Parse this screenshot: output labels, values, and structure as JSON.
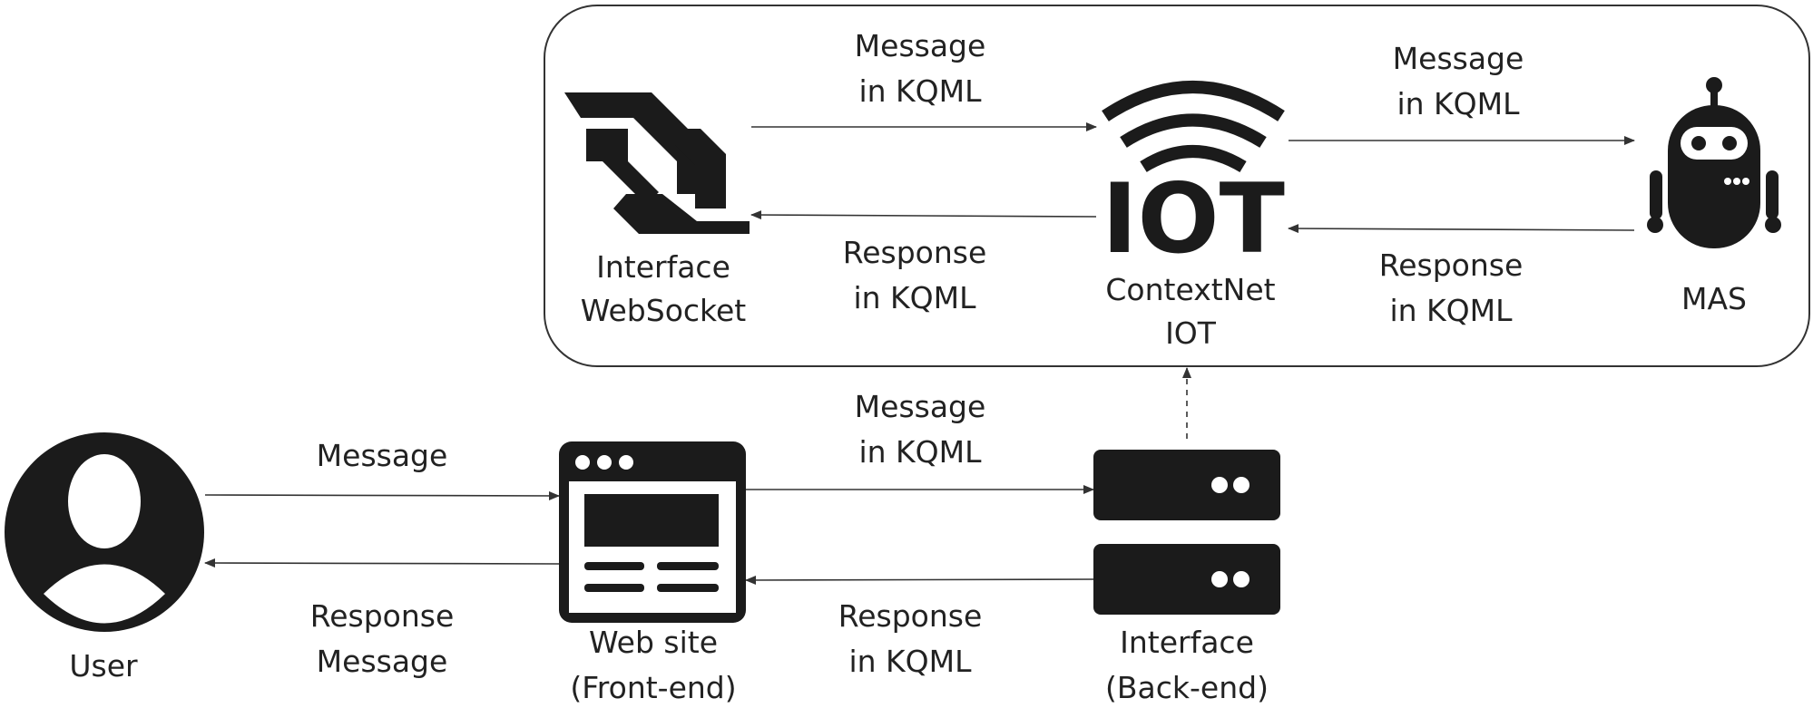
{
  "nodes": {
    "user": {
      "line1": "User"
    },
    "website": {
      "line1": "Web site",
      "line2": "(Front-end)"
    },
    "backend": {
      "line1": "Interface",
      "line2": "(Back-end)"
    },
    "websocket": {
      "line1": "Interface",
      "line2": "WebSocket"
    },
    "contextnet": {
      "line1": "ContextNet",
      "line2": "IOT",
      "logo_text": "IOT"
    },
    "mas": {
      "line1": "MAS"
    }
  },
  "edges": {
    "ws_to_iot": {
      "line1": "Message",
      "line2": "in KQML"
    },
    "iot_to_ws": {
      "line1": "Response",
      "line2": "in KQML"
    },
    "iot_to_mas": {
      "line1": "Message",
      "line2": "in KQML"
    },
    "mas_to_iot": {
      "line1": "Response",
      "line2": "in KQML"
    },
    "user_to_web": {
      "line1": "Message"
    },
    "web_to_user": {
      "line1": "Response",
      "line2": "Message"
    },
    "web_to_backend": {
      "line1": "Message",
      "line2": "in KQML"
    },
    "backend_to_web": {
      "line1": "Response",
      "line2": "in KQML"
    }
  },
  "colors": {
    "icon": "#1b1b1b",
    "line": "#333333",
    "text": "#222222",
    "background": "#ffffff"
  }
}
